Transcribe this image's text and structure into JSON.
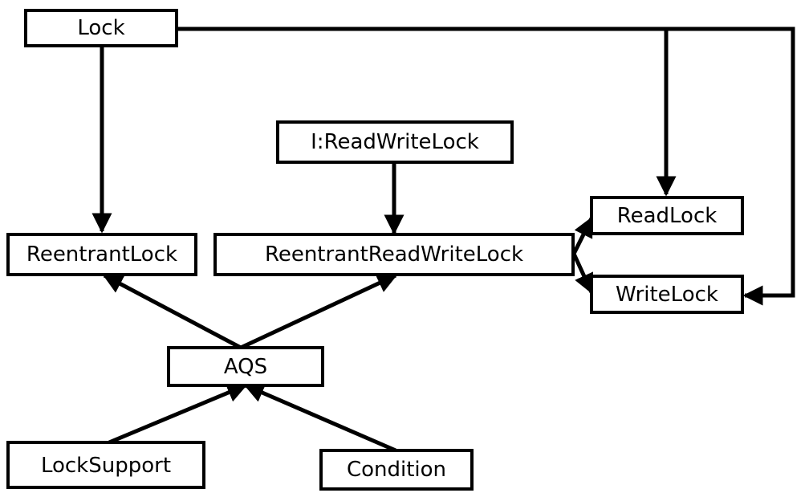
{
  "nodes": {
    "lock": "Lock",
    "read_write_lock": "I:ReadWriteLock",
    "read_lock": "ReadLock",
    "reentrant_lock": "ReentrantLock",
    "reentrant_read_write_lock": "ReentrantReadWriteLock",
    "write_lock": "WriteLock",
    "aqs": "AQS",
    "lock_support": "LockSupport",
    "condition": "Condition"
  },
  "edges": [
    {
      "from": "Lock",
      "to": "ReentrantLock"
    },
    {
      "from": "Lock",
      "to": "ReadLock"
    },
    {
      "from": "Lock",
      "to": "WriteLock"
    },
    {
      "from": "I:ReadWriteLock",
      "to": "ReentrantReadWriteLock"
    },
    {
      "from": "ReentrantReadWriteLock",
      "to": "ReadLock"
    },
    {
      "from": "ReentrantReadWriteLock",
      "to": "WriteLock"
    },
    {
      "from": "AQS",
      "to": "ReentrantLock"
    },
    {
      "from": "AQS",
      "to": "ReentrantReadWriteLock"
    },
    {
      "from": "LockSupport",
      "to": "AQS"
    },
    {
      "from": "Condition",
      "to": "AQS"
    }
  ],
  "colors": {
    "stroke": "#000000",
    "fill": "#ffffff"
  }
}
